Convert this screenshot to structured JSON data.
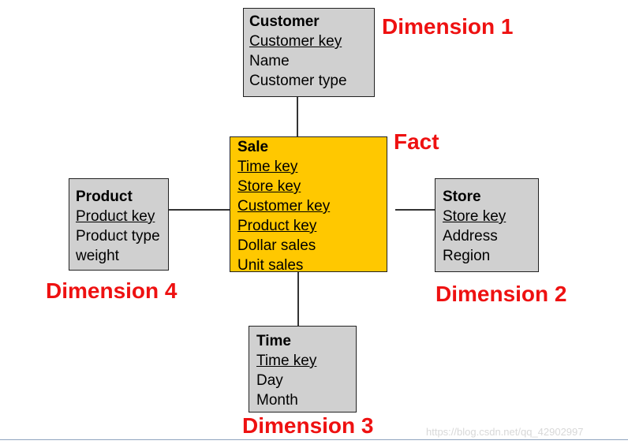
{
  "entities": {
    "customer": {
      "title": "Customer",
      "keys": [
        "Customer key"
      ],
      "attributes": [
        "Name",
        "Customer type"
      ]
    },
    "sale": {
      "title": "Sale",
      "keys": [
        "Time key",
        "Store key",
        "Customer key",
        "Product key"
      ],
      "attributes": [
        "Dollar sales",
        "Unit sales"
      ]
    },
    "product": {
      "title": "Product",
      "keys": [
        "Product key"
      ],
      "attributes": [
        "Product type",
        "weight"
      ]
    },
    "store": {
      "title": "Store",
      "keys": [
        "Store key"
      ],
      "attributes": [
        "Address",
        "Region"
      ]
    },
    "time": {
      "title": "Time",
      "keys": [
        "Time key"
      ],
      "attributes": [
        "Day",
        "Month"
      ]
    }
  },
  "labels": {
    "dimension1": "Dimension 1",
    "fact": "Fact",
    "dimension2": "Dimension 2",
    "dimension3": "Dimension 3",
    "dimension4": "Dimension 4"
  },
  "watermark": "https://blog.csdn.net/qq_42902997",
  "colors": {
    "fact_fill": "#ffc800",
    "dimension_fill": "#d0d0d0",
    "label_red": "#ee1111"
  }
}
